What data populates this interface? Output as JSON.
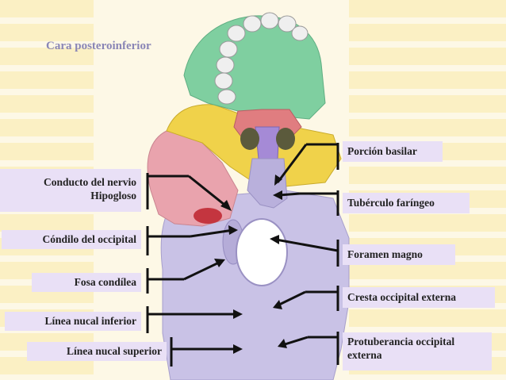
{
  "title": "Cara posteroinferior",
  "colors": {
    "background": "#fdf8e6",
    "stripe": "#f8eebb",
    "label_bg": "#e9e0f6",
    "title": "#8a86b6",
    "occipital": "#c9c2e6",
    "temporal": "#e9a3ad",
    "sphenoid": "#f0d24a",
    "maxilla": "#7fcfa0",
    "palatine": "#e07d80",
    "vomer": "#a58ad6"
  },
  "left_labels": [
    "Conducto del nervio Hipogloso",
    "Cóndilo del occipital",
    "Fosa condílea",
    "Línea nucal inferior",
    "Línea nucal superior"
  ],
  "right_labels": [
    "Porción basilar",
    "Tubérculo faríngeo",
    "Foramen magno",
    "Cresta occipital externa",
    "Protuberancia occipital externa"
  ]
}
